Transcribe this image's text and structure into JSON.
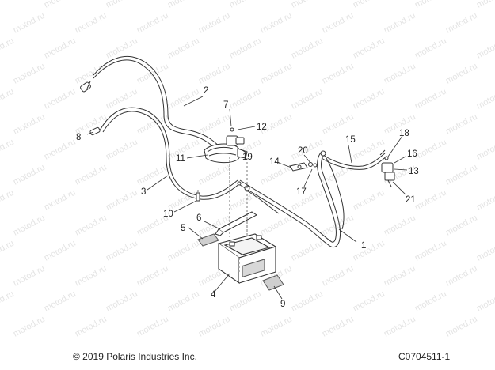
{
  "watermark": "motod.ru",
  "callouts": [
    {
      "id": "1",
      "label": "1"
    },
    {
      "id": "2",
      "label": "2"
    },
    {
      "id": "3",
      "label": "3"
    },
    {
      "id": "4",
      "label": "4"
    },
    {
      "id": "5",
      "label": "5"
    },
    {
      "id": "6",
      "label": "6"
    },
    {
      "id": "7",
      "label": "7"
    },
    {
      "id": "8",
      "label": "8"
    },
    {
      "id": "9",
      "label": "9"
    },
    {
      "id": "10",
      "label": "10"
    },
    {
      "id": "11",
      "label": "11"
    },
    {
      "id": "12",
      "label": "12"
    },
    {
      "id": "13",
      "label": "13"
    },
    {
      "id": "14",
      "label": "14"
    },
    {
      "id": "15",
      "label": "15"
    },
    {
      "id": "16",
      "label": "16"
    },
    {
      "id": "17",
      "label": "17"
    },
    {
      "id": "18",
      "label": "18"
    },
    {
      "id": "19",
      "label": "19"
    },
    {
      "id": "20",
      "label": "20"
    },
    {
      "id": "21",
      "label": "21"
    }
  ],
  "footer": {
    "copyright": "© 2019 Polaris Industries Inc.",
    "figure_code": "C0704511-1"
  }
}
